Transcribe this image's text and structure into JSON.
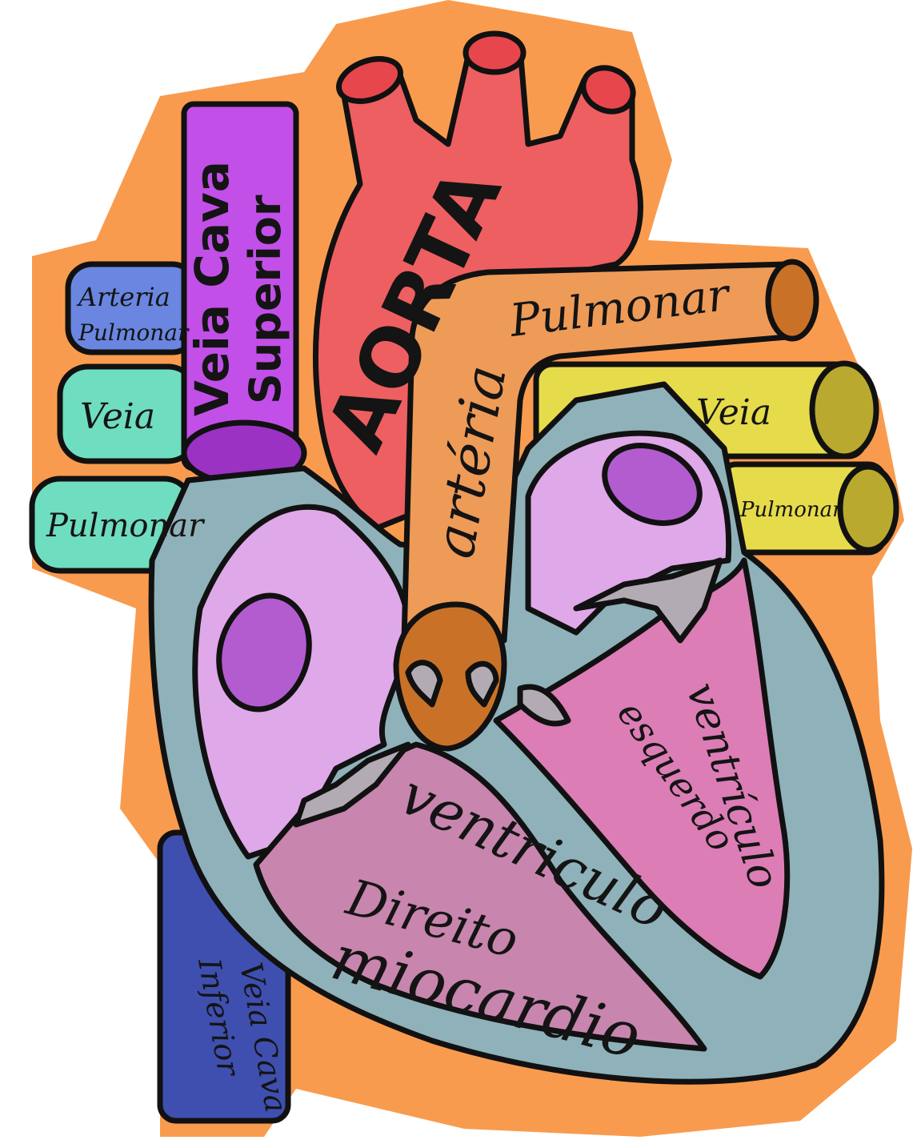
{
  "labels": {
    "aorta": "AORTA",
    "veia_cava_superior_1": "Veia Cava",
    "veia_cava_superior_2": "Superior",
    "arteria_pulmonar_direita_1": "Arteria",
    "arteria_pulmonar_direita_2": "Pulmonar",
    "veia_pulmonar_direita_1": "Veia",
    "veia_pulmonar_direita_2": "Pulmonar",
    "arteria_pulmonar_1": "artéria",
    "arteria_pulmonar_2": "Pulmonar",
    "veia_pulmonar_esquerda_1": "Veia",
    "veia_pulmonar_esquerda_2": "Pulmonar",
    "ventriculo_direito_1": "ventriculo",
    "ventriculo_direito_2": "Direito",
    "ventriculo_esquerdo_1": "ventrículo",
    "ventriculo_esquerdo_2": "esquerdo",
    "miocardio": "miocardio",
    "veia_cava_inferior_1": "Veia Cava",
    "veia_cava_inferior_2": "Inferior"
  },
  "colors": {
    "halo": "#F99B4E",
    "myocardium": "#8FB1B9",
    "aorta": "#EE5F61",
    "vena_cava_superior": "#C24FE8",
    "vena_cava_inferior": "#3F4FAF",
    "pulmonary_artery": "#EE9B58",
    "pulmonary_vein_right": "#6FDDC0",
    "pulmonary_artery_right": "#6A86E0",
    "pulmonary_vein_left": "#E6DB4A",
    "atria": "#DFA8E8",
    "right_ventricle": "#C885AE",
    "left_ventricle": "#DC7DB6",
    "valves": "#B3ABB3"
  }
}
